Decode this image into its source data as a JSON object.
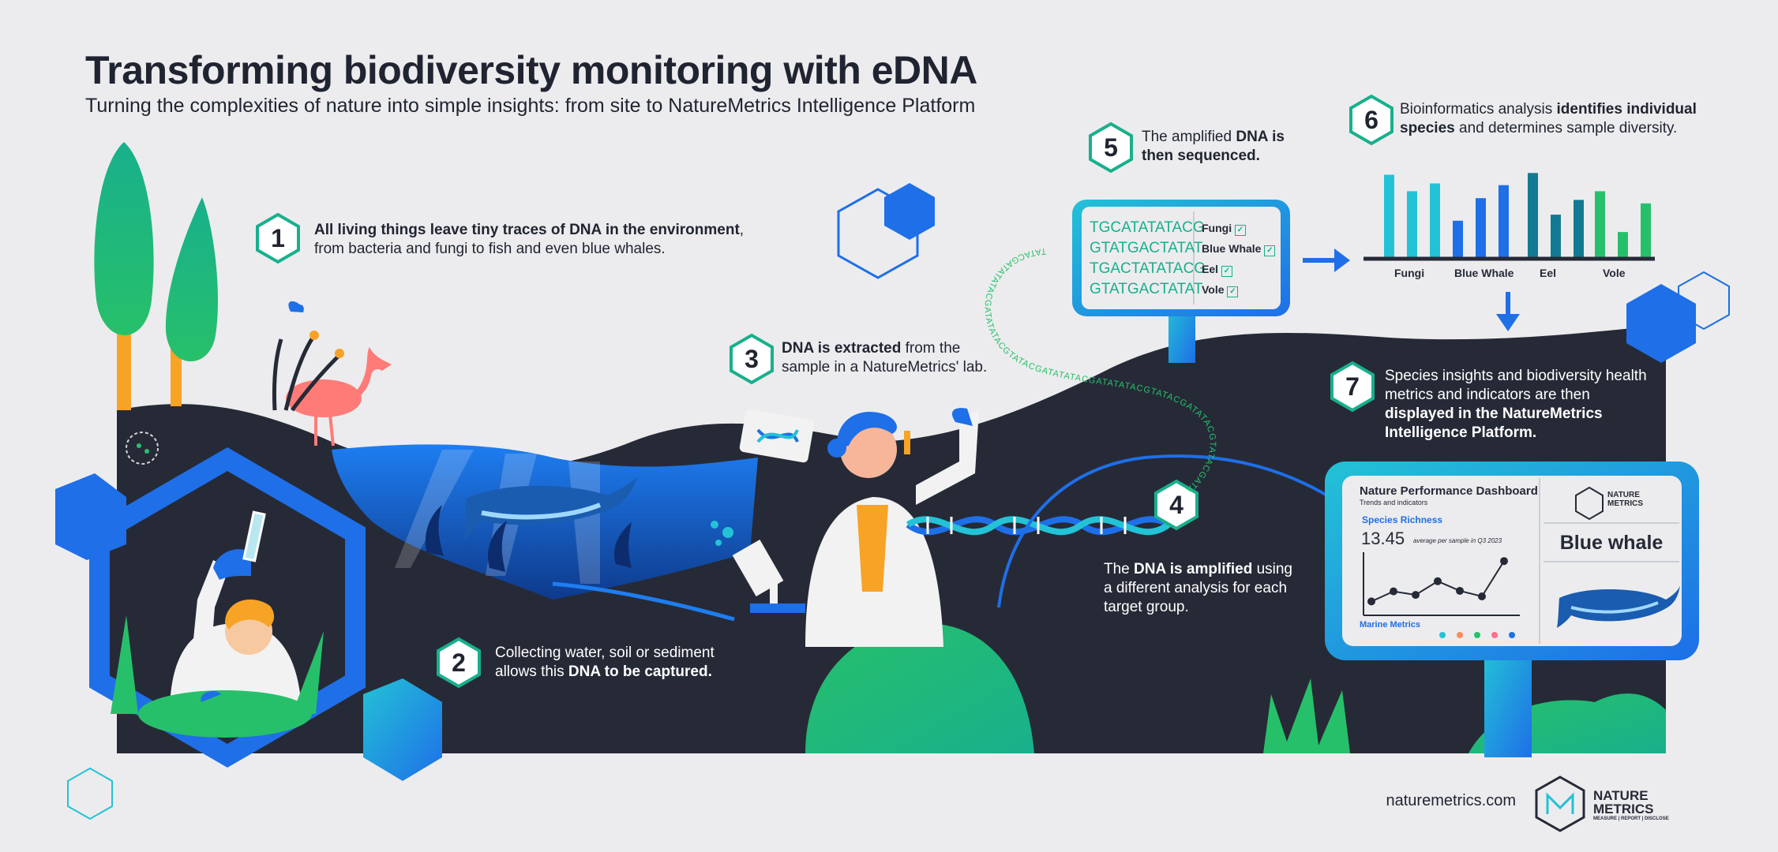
{
  "title": "Transforming biodiversity monitoring with eDNA",
  "subtitle": "Turning the complexities of nature into simple insights: from site to NatureMetrics Intelligence Platform",
  "steps": [
    {
      "num": "1",
      "bold": "All living things leave tiny traces of DNA in the environment",
      "rest": ", from bacteria and fungi to fish and even blue whales."
    },
    {
      "num": "2",
      "pre": "Collecting water, soil or sediment allows this ",
      "bold": "DNA to be captured."
    },
    {
      "num": "3",
      "bold": "DNA is extracted",
      "rest": " from the sample in a NatureMetrics' lab."
    },
    {
      "num": "4",
      "pre": "The ",
      "bold": "DNA is amplified",
      "rest": " using a different analysis for each target group."
    },
    {
      "num": "5",
      "pre": "The amplified ",
      "bold": "DNA is then sequenced."
    },
    {
      "num": "6",
      "pre": "Bioinformatics analysis ",
      "bold": "identifies individual species",
      "rest": " and determines sample diversity."
    },
    {
      "num": "7",
      "pre": "Species insights and biodiversity health metrics and indicators are then ",
      "bold": "displayed in the NatureMetrics Intelligence Platform."
    }
  ],
  "sequencer": {
    "sequences": [
      "TGCATATATACG",
      "GTATGACTATAT",
      "TGACTATATACG",
      "GTATGACTATAT"
    ],
    "species": [
      "Fungi",
      "Blue Whale",
      "Eel",
      "Vole"
    ]
  },
  "dna_strand_text": "TATACGATATATACGATATATACGTATACGATATATACGATATATACGTATACGATATACGTATACGATATATACGTATACG",
  "chart_data": {
    "type": "bar",
    "categories": [
      "Fungi",
      "Blue Whale",
      "Eel",
      "Vole"
    ],
    "series": [
      {
        "values": [
          0.95,
          0.76,
          0.85
        ]
      },
      {
        "values": [
          0.42,
          0.68,
          0.83
        ]
      },
      {
        "values": [
          0.97,
          0.49,
          0.66
        ]
      },
      {
        "values": [
          0.76,
          0.29,
          0.62
        ]
      }
    ],
    "ylim": [
      0,
      1
    ],
    "colors": [
      "#23c2d6",
      "#1e6fe8",
      "#137a93",
      "#27c06a"
    ]
  },
  "dashboard": {
    "title": "Nature Performance Dashboard",
    "subtitle": "Trends and indicators",
    "metric_label": "Species Richness",
    "metric_value": "13.45",
    "metric_note": "average per sample in Q3 2023",
    "footer_label": "Marine Metrics",
    "logo_line1": "NATURE",
    "logo_line2": "METRICS",
    "species_name": "Blue whale",
    "sparkline": [
      0.15,
      0.35,
      0.28,
      0.55,
      0.36,
      0.25,
      0.95
    ],
    "legend_dot_colors": [
      "#23c2d6",
      "#ff8a5c",
      "#27c06a",
      "#ff6f8a",
      "#1e6fe8"
    ]
  },
  "footer": {
    "site": "naturemetrics.com",
    "logo_line1": "NATURE",
    "logo_line2": "METRICS",
    "logo_tagline": "MEASURE | REPORT | DISCLOSE"
  },
  "colors": {
    "dark": "#262a37",
    "blue": "#1e6fe8",
    "cyan": "#23c2d6",
    "green": "#27c06a",
    "teal": "#18b08c"
  }
}
